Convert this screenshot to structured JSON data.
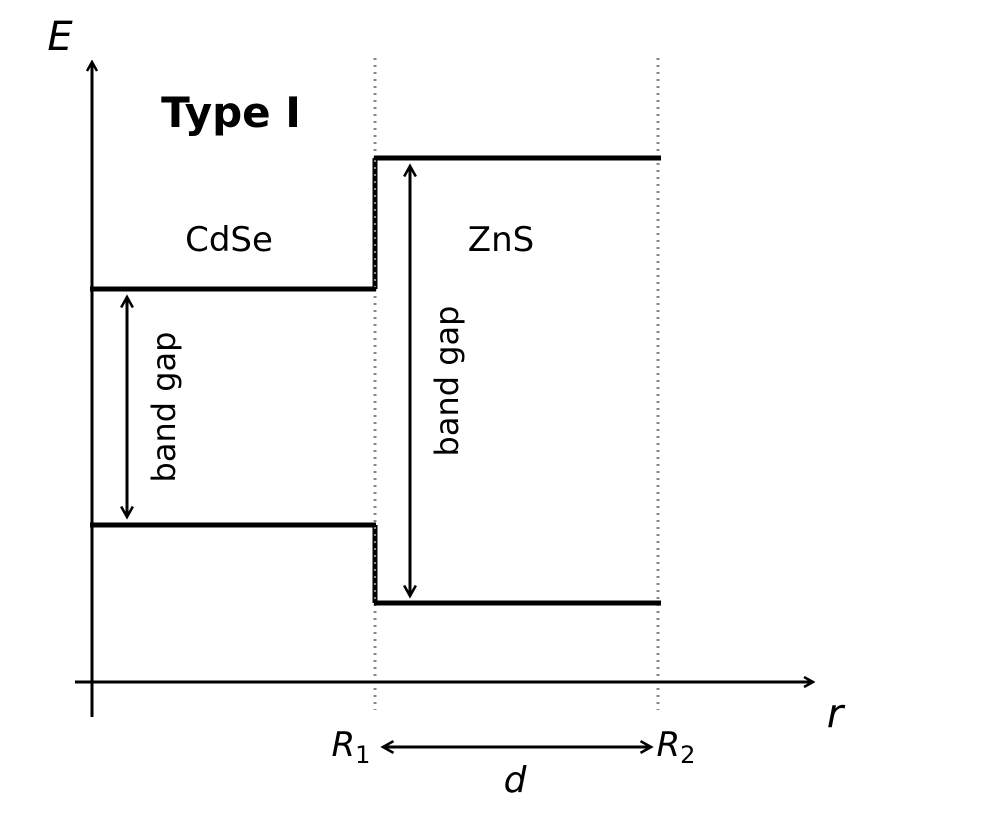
{
  "axes": {
    "y_label": "E",
    "x_label": "r"
  },
  "title": "Type I",
  "materials": {
    "core": "CdSe",
    "shell": "ZnS"
  },
  "band_gap_labels": {
    "core": "band gap",
    "shell": "band gap"
  },
  "radii": {
    "r1_base": "R",
    "r1_sub": "1",
    "r2_base": "R",
    "r2_sub": "2",
    "thickness": "d"
  },
  "colors": {
    "line": "#000000",
    "boundary": "#888888"
  }
}
